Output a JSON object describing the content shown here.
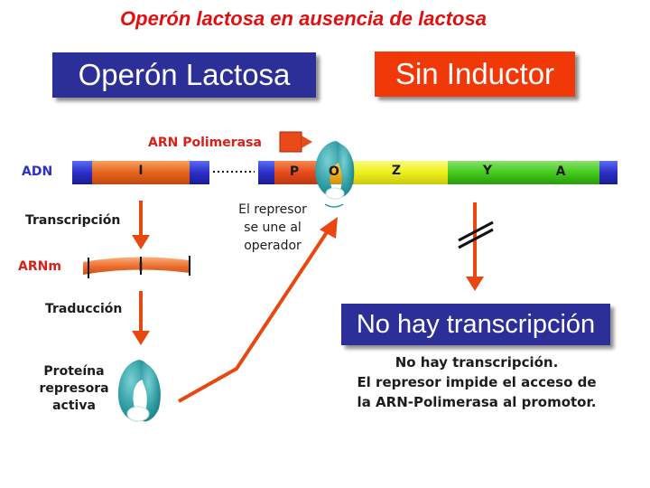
{
  "title": "Operón lactosa en ausencia de lactosa",
  "banners": {
    "operon": "Operón Lactosa",
    "sin_inductor": "Sin Inductor",
    "no_hay": "No hay transcripción"
  },
  "labels": {
    "arn_polimerasa": "ARN Polimerasa",
    "adn": "ADN",
    "transcripcion": "Transcripción",
    "arnm": "ARNm",
    "traduccion": "Traducción",
    "proteina": [
      "Proteína",
      "represora",
      "activa"
    ],
    "represor_une": [
      "El represor",
      "se une al",
      "operador"
    ]
  },
  "genes": {
    "i": "I",
    "p": "P",
    "o": "O",
    "z": "Z",
    "y": "Y",
    "a": "A",
    "arnm_i": "I"
  },
  "explanation": [
    "No hay transcripción.",
    "El represor impide el acceso de",
    "la ARN-Polimerasa al promotor."
  ],
  "colors": {
    "title": "#e01010",
    "banner_blue": "#2d2f98",
    "banner_red": "#f03808",
    "dna_blue": "#2c2fc8",
    "gene_i": "#e8641c",
    "gene_p": "#e84a1a",
    "gene_o": "#f5b41c",
    "gene_z": "#eef01a",
    "gene_y": "#44cc1c",
    "gene_a": "#3cbc18",
    "arrow": "#e84810",
    "repressor": "#2a9aa0"
  }
}
